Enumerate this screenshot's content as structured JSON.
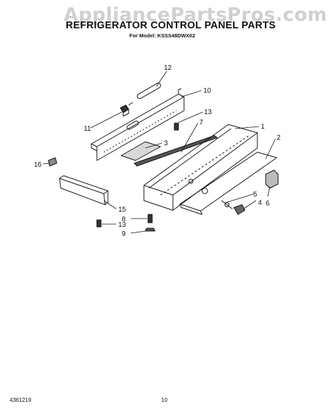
{
  "watermark": "AppliancePartsPros.com",
  "header": {
    "title": "REFRIGERATOR CONTROL PANEL PARTS",
    "subtitle": "For Model: KSSS48DWX02"
  },
  "callouts": {
    "c1": "1",
    "c2": "2",
    "c3": "3",
    "c4": "4",
    "c5": "5",
    "c6": "6",
    "c7": "7",
    "c8": "8",
    "c9": "9",
    "c10": "10",
    "c11": "11",
    "c12": "12",
    "c13a": "13",
    "c13b": "13",
    "c15": "15",
    "c16": "16"
  },
  "footer": {
    "left": "4361219",
    "center": "10"
  },
  "colors": {
    "ink": "#111111",
    "watermark": "#aaaaaa"
  }
}
